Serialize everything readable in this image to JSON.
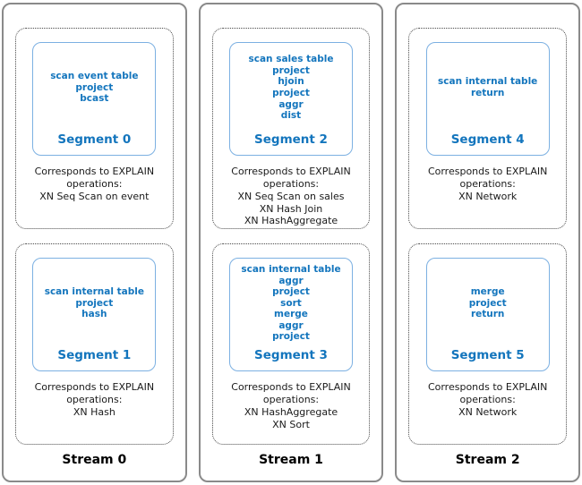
{
  "colors": {
    "accent_blue_text": "#1375BD",
    "segment_box_border": "#7CB0E2",
    "outer_border": "#8A8A8A",
    "dashed_border": "#4A4A4A",
    "body_text": "#1A1A1A"
  },
  "diagram": {
    "streams": [
      {
        "label": "Stream 0",
        "segments": [
          {
            "title": "Segment 0",
            "operations": [
              "scan event table",
              "project",
              "bcast"
            ],
            "explain_heading": "Corresponds to EXPLAIN operations:",
            "explain_operations": [
              "XN Seq Scan on event"
            ]
          },
          {
            "title": "Segment 1",
            "operations": [
              "scan internal table",
              "project",
              "hash"
            ],
            "explain_heading": "Corresponds to EXPLAIN operations:",
            "explain_operations": [
              "XN Hash"
            ]
          }
        ]
      },
      {
        "label": "Stream 1",
        "segments": [
          {
            "title": "Segment 2",
            "operations": [
              "scan sales table",
              "project",
              "hjoin",
              "project",
              "aggr",
              "dist"
            ],
            "explain_heading": "Corresponds to EXPLAIN operations:",
            "explain_operations": [
              "XN Seq Scan on sales",
              "XN Hash Join",
              "XN HashAggregate"
            ]
          },
          {
            "title": "Segment 3",
            "operations": [
              "scan internal table",
              "aggr",
              "project",
              "sort",
              "merge",
              "aggr",
              "project"
            ],
            "explain_heading": "Corresponds to EXPLAIN operations:",
            "explain_operations": [
              "XN HashAggregate",
              "XN Sort"
            ]
          }
        ]
      },
      {
        "label": "Stream 2",
        "segments": [
          {
            "title": "Segment 4",
            "operations": [
              "scan internal table",
              "return"
            ],
            "explain_heading": "Corresponds to EXPLAIN operations:",
            "explain_operations": [
              "XN Network"
            ]
          },
          {
            "title": "Segment 5",
            "operations": [
              "merge",
              "project",
              "return"
            ],
            "explain_heading": "Corresponds to EXPLAIN operations:",
            "explain_operations": [
              "XN Network"
            ]
          }
        ]
      }
    ]
  }
}
